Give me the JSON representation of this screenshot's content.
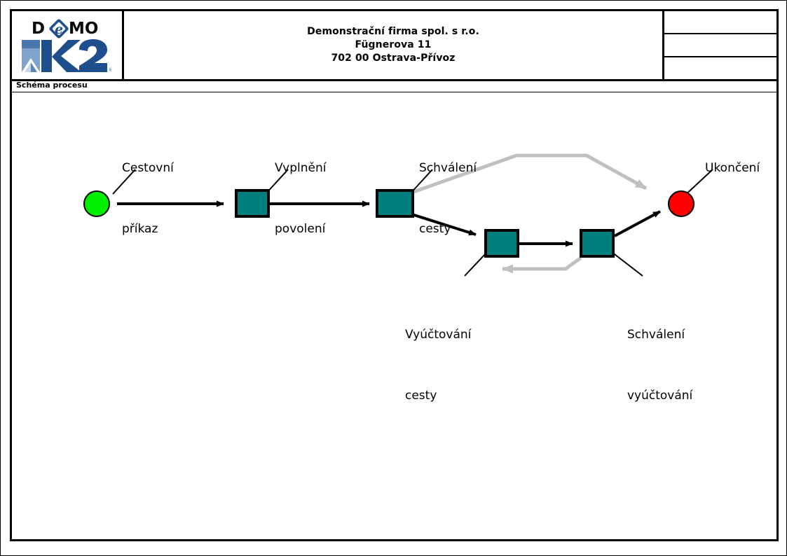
{
  "document": {
    "title": "Schéma procesu",
    "section_label": "Schéma procesu"
  },
  "header": {
    "logo": {
      "demo_left": "D",
      "demo_right": "MO",
      "demo_icon": "e-diamond-icon",
      "brand": "K2",
      "brand_mark": "®"
    },
    "company": {
      "line1": "Demonstrační firma spol. s r.o.",
      "line2": "Fügnerova 11",
      "line3": "702 00 Ostrava-Přívoz"
    },
    "info_rows": [
      "",
      "",
      ""
    ]
  },
  "diagram": {
    "title": "Schéma procesu",
    "colors": {
      "start": "#00EE00",
      "end": "#FF0000",
      "task": "#007F7F",
      "stroke": "#000000",
      "alt_flow": "#C0C0C0"
    },
    "nodes": [
      {
        "id": "start",
        "type": "start-node",
        "shape": "circle",
        "label": "Cestovní\npříkaz",
        "label_line1": "Cestovní",
        "label_line2": "příkaz"
      },
      {
        "id": "task1",
        "type": "task-node",
        "shape": "rect",
        "label": "Vyplnění\npovolení",
        "label_line1": "Vyplnění",
        "label_line2": "povolení"
      },
      {
        "id": "task2",
        "type": "task-node",
        "shape": "rect",
        "label": "Schválení\ncesty",
        "label_line1": "Schválení",
        "label_line2": "cesty"
      },
      {
        "id": "task3",
        "type": "task-node",
        "shape": "rect",
        "label": "Vyúčtování\ncesty",
        "label_line1": "Vyúčtování",
        "label_line2": "cesty"
      },
      {
        "id": "task4",
        "type": "task-node",
        "shape": "rect",
        "label": "Schválení\nvyúčtování",
        "label_line1": "Schválení",
        "label_line2": "vyúčtování"
      },
      {
        "id": "end",
        "type": "end-node",
        "shape": "circle",
        "label": "Ukončení",
        "label_line1": "Ukončení",
        "label_line2": ""
      }
    ],
    "edges": [
      {
        "from": "start",
        "to": "task1",
        "style": "solid"
      },
      {
        "from": "task1",
        "to": "task2",
        "style": "solid"
      },
      {
        "from": "task2",
        "to": "task3",
        "style": "solid"
      },
      {
        "from": "task3",
        "to": "task4",
        "style": "solid"
      },
      {
        "from": "task4",
        "to": "end",
        "style": "solid"
      },
      {
        "from": "task2",
        "to": "end",
        "style": "alt"
      },
      {
        "from": "task4",
        "to": "task3",
        "style": "alt"
      }
    ]
  }
}
